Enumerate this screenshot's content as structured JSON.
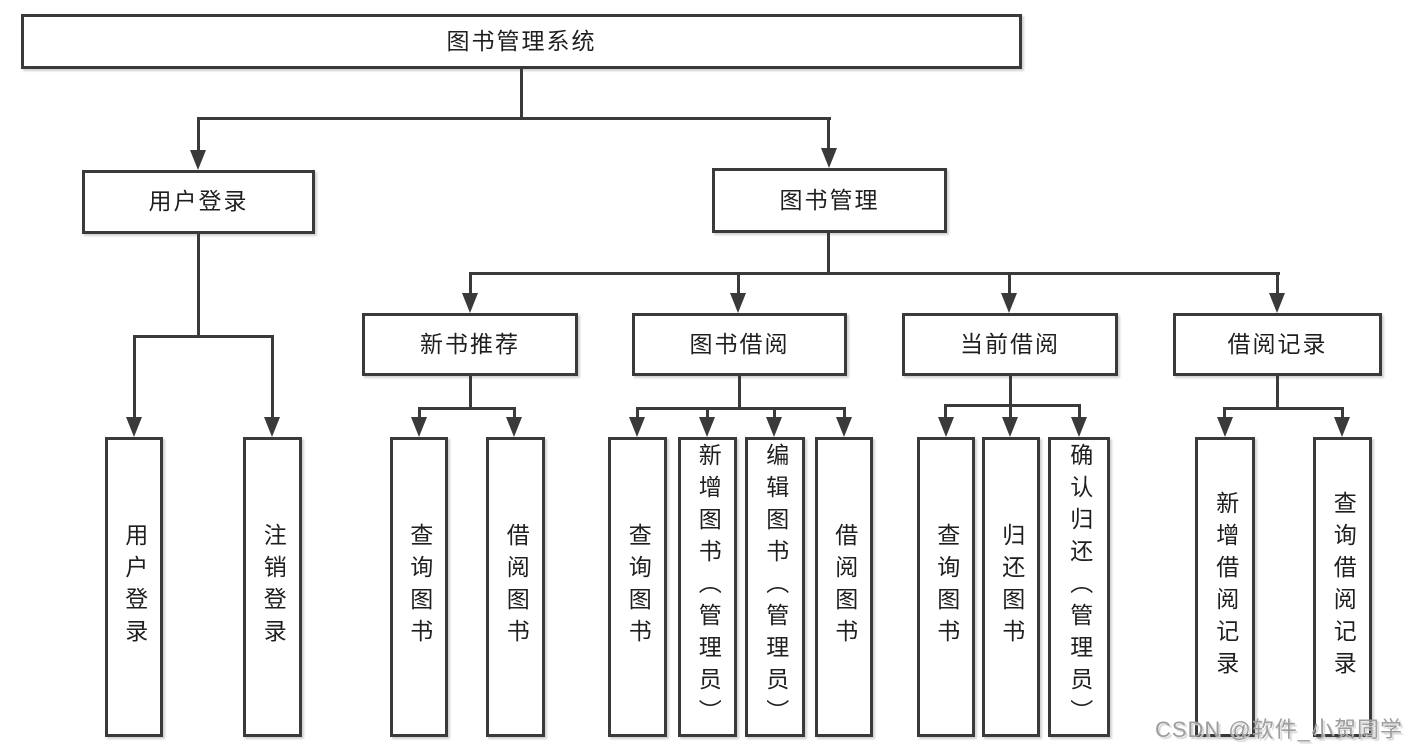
{
  "colors": {
    "line": "#3a3a3a",
    "text": "#1f1f1f",
    "watermark_gray": "#9e9e9e",
    "background": "#ffffff"
  },
  "watermark": {
    "text": "CSDN @软件_小贺同学"
  },
  "chart_data": {
    "type": "tree-diagram",
    "title": "图书管理系统"
  },
  "tree": {
    "label": "图书管理系统",
    "children": [
      {
        "label": "用户登录",
        "children": [
          {
            "label": "用户登录"
          },
          {
            "label": "注销登录"
          }
        ]
      },
      {
        "label": "图书管理",
        "children": [
          {
            "label": "新书推荐",
            "children": [
              {
                "label": "查询图书"
              },
              {
                "label": "借阅图书"
              }
            ]
          },
          {
            "label": "图书借阅",
            "children": [
              {
                "label": "查询图书"
              },
              {
                "label": "新增图书（管理员）"
              },
              {
                "label": "编辑图书（管理员）"
              },
              {
                "label": "借阅图书"
              }
            ]
          },
          {
            "label": "当前借阅",
            "children": [
              {
                "label": "查询图书"
              },
              {
                "label": "归还图书"
              },
              {
                "label": "确认归还（管理员）"
              }
            ]
          },
          {
            "label": "借阅记录",
            "children": [
              {
                "label": "新增借阅记录"
              },
              {
                "label": "查询借阅记录"
              }
            ]
          }
        ]
      }
    ]
  }
}
